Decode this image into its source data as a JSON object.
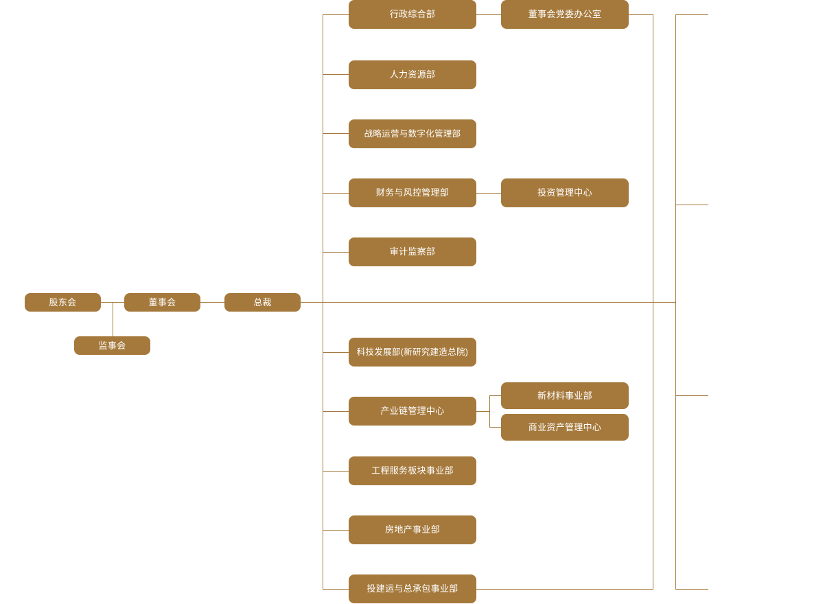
{
  "theme": {
    "node_fill": "#a5793c",
    "node_text": "#ffffff",
    "edge_color": "#a5793c",
    "background": "#ffffff"
  },
  "chart_data": {
    "type": "diagram",
    "title": "",
    "orientation": "left-to-right organizational hierarchy",
    "nodes": [
      {
        "id": "shareholders",
        "label": "股东会",
        "level": 0
      },
      {
        "id": "board",
        "label": "董事会",
        "level": 1
      },
      {
        "id": "supervisors",
        "label": "监事会",
        "level": 1
      },
      {
        "id": "president",
        "label": "总裁",
        "level": 2
      },
      {
        "id": "admin",
        "label": "行政综合部",
        "level": 3
      },
      {
        "id": "board-party-office",
        "label": "董事会党委办公室",
        "level": 4
      },
      {
        "id": "hr",
        "label": "人力资源部",
        "level": 3
      },
      {
        "id": "strategy",
        "label": "战略运营与数字化管理部",
        "level": 3
      },
      {
        "id": "finance",
        "label": "财务与风控管理部",
        "level": 3
      },
      {
        "id": "investment",
        "label": "投资管理中心",
        "level": 4
      },
      {
        "id": "audit",
        "label": "审计监察部",
        "level": 3
      },
      {
        "id": "tech",
        "label": "科技发展部(新研究建造总院)",
        "level": 3
      },
      {
        "id": "supplychain",
        "label": "产业链管理中心",
        "level": 3
      },
      {
        "id": "newmaterial",
        "label": "新材料事业部",
        "level": 4
      },
      {
        "id": "commercialasset",
        "label": "商业资产管理中心",
        "level": 4
      },
      {
        "id": "engineering",
        "label": "工程服务板块事业部",
        "level": 3
      },
      {
        "id": "realestate",
        "label": "房地产事业部",
        "level": 3
      },
      {
        "id": "epc",
        "label": "投建运与总承包事业部",
        "level": 3
      }
    ],
    "edges": [
      {
        "from": "shareholders",
        "to": "board"
      },
      {
        "from": "shareholders",
        "to": "supervisors"
      },
      {
        "from": "board",
        "to": "president"
      },
      {
        "from": "president",
        "to": "admin"
      },
      {
        "from": "president",
        "to": "hr"
      },
      {
        "from": "president",
        "to": "strategy"
      },
      {
        "from": "president",
        "to": "finance"
      },
      {
        "from": "president",
        "to": "audit"
      },
      {
        "from": "president",
        "to": "tech"
      },
      {
        "from": "president",
        "to": "supplychain"
      },
      {
        "from": "president",
        "to": "engineering"
      },
      {
        "from": "president",
        "to": "realestate"
      },
      {
        "from": "president",
        "to": "epc"
      },
      {
        "from": "admin",
        "to": "board-party-office"
      },
      {
        "from": "finance",
        "to": "investment"
      },
      {
        "from": "supplychain",
        "to": "newmaterial"
      },
      {
        "from": "supplychain",
        "to": "commercialasset"
      }
    ]
  },
  "nodes": {
    "shareholders": "股东会",
    "board": "董事会",
    "supervisors": "监事会",
    "president": "总裁",
    "admin": "行政综合部",
    "board_party_office": "董事会党委办公室",
    "hr": "人力资源部",
    "strategy": "战略运营与数字化管理部",
    "finance": "财务与风控管理部",
    "investment": "投资管理中心",
    "audit": "审计监察部",
    "tech": "科技发展部(新研究建造总院)",
    "supplychain": "产业链管理中心",
    "newmaterial": "新材料事业部",
    "commercialasset": "商业资产管理中心",
    "engineering": "工程服务板块事业部",
    "realestate": "房地产事业部",
    "epc": "投建运与总承包事业部"
  }
}
